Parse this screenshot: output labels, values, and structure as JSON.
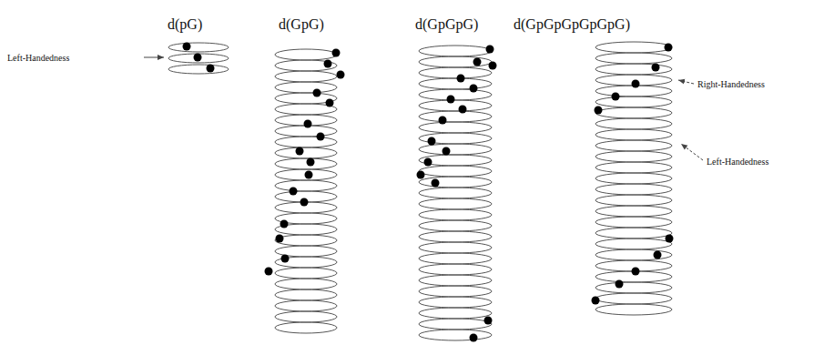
{
  "diagram": {
    "labels": [
      "d(pG)",
      "d(GpG)",
      "d(GpGpG)",
      "d(GpGpGpGpGpG)",
      "Left-Handedness",
      "Right-Handedness",
      "Left-Handedness"
    ]
  }
}
